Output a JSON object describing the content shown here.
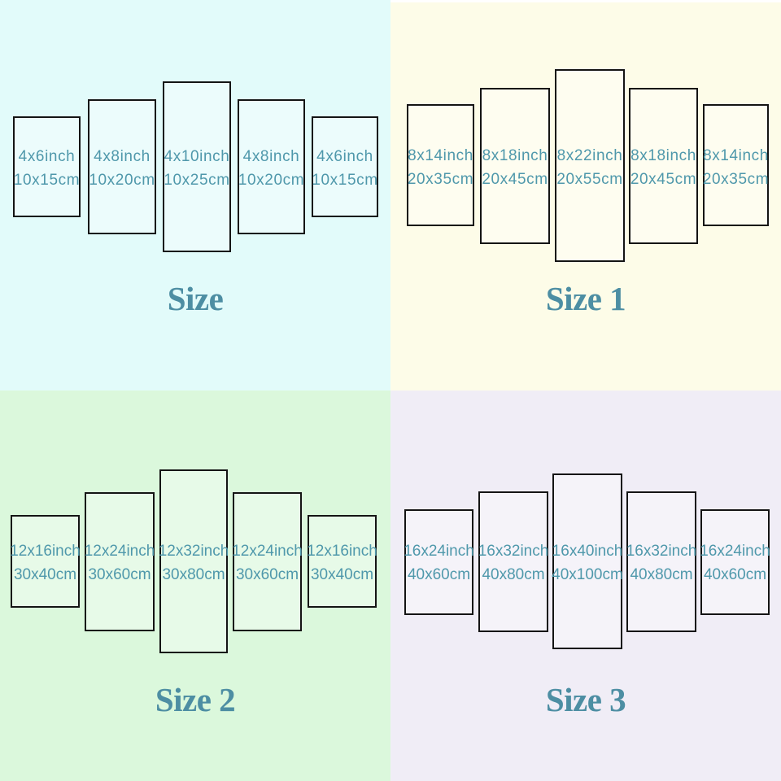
{
  "colors": {
    "panel_border": "#141414",
    "panel_label_text": "#4f98ab",
    "title_text": "#4d8ea3",
    "quadrant_backgrounds": [
      "#e2fbfa",
      "#fdfce8",
      "#dbf8dc",
      "#f0edf6"
    ]
  },
  "quadrants": [
    {
      "title": "Size",
      "bg": "#e2fbfa",
      "panels": [
        {
          "inch": "4x6inch",
          "cm": "10x15cm"
        },
        {
          "inch": "4x8inch",
          "cm": "10x20cm"
        },
        {
          "inch": "4x10inch",
          "cm": "10x25cm"
        },
        {
          "inch": "4x8inch",
          "cm": "10x20cm"
        },
        {
          "inch": "4x6inch",
          "cm": "10x15cm"
        }
      ]
    },
    {
      "title": "Size 1",
      "bg": "#fdfce8",
      "panels": [
        {
          "inch": "8x14inch",
          "cm": "20x35cm"
        },
        {
          "inch": "8x18inch",
          "cm": "20x45cm"
        },
        {
          "inch": "8x22inch",
          "cm": "20x55cm"
        },
        {
          "inch": "8x18inch",
          "cm": "20x45cm"
        },
        {
          "inch": "8x14inch",
          "cm": "20x35cm"
        }
      ]
    },
    {
      "title": "Size 2",
      "bg": "#dbf8dc",
      "panels": [
        {
          "inch": "12x16inch",
          "cm": "30x40cm"
        },
        {
          "inch": "12x24inch",
          "cm": "30x60cm"
        },
        {
          "inch": "12x32inch",
          "cm": "30x80cm"
        },
        {
          "inch": "12x24inch",
          "cm": "30x60cm"
        },
        {
          "inch": "12x16inch",
          "cm": "30x40cm"
        }
      ]
    },
    {
      "title": "Size 3",
      "bg": "#f0edf6",
      "panels": [
        {
          "inch": "16x24inch",
          "cm": "40x60cm"
        },
        {
          "inch": "16x32inch",
          "cm": "40x80cm"
        },
        {
          "inch": "16x40inch",
          "cm": "40x100cm"
        },
        {
          "inch": "16x32inch",
          "cm": "40x80cm"
        },
        {
          "inch": "16x24inch",
          "cm": "40x60cm"
        }
      ]
    }
  ]
}
